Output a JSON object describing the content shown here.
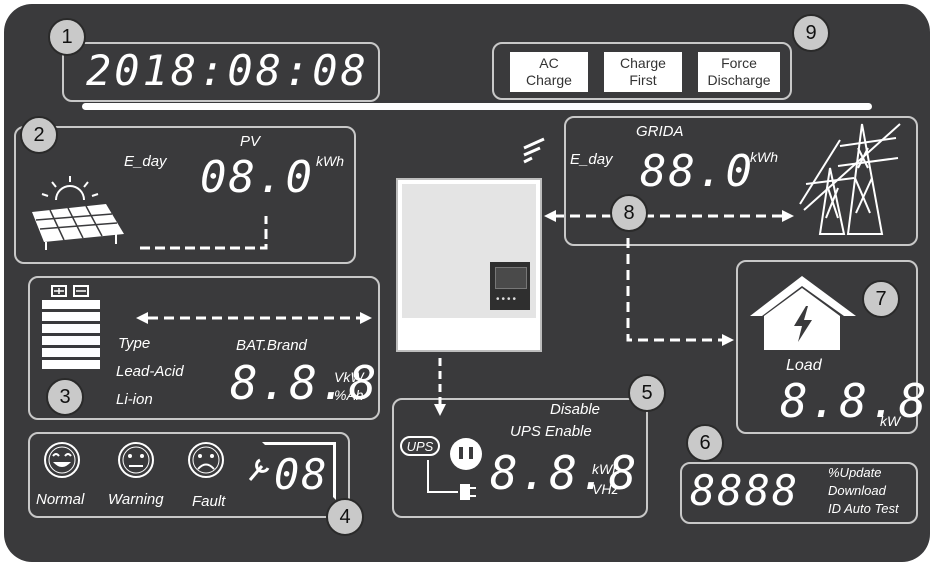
{
  "clock": {
    "badge": "1",
    "value": "2018:08:08"
  },
  "modes": {
    "badge": "9",
    "ac_charge": "AC\nCharge",
    "charge_first": "Charge\nFirst",
    "force_discharge": "Force\nDischarge"
  },
  "pv": {
    "badge": "2",
    "title": "PV",
    "e_day": "E_day",
    "value": "08.0",
    "unit": "kWh"
  },
  "grid": {
    "title": "GRIDA",
    "e_day": "E_day",
    "value": "88.0",
    "unit": "kWh"
  },
  "flow": {
    "badge": "8"
  },
  "load": {
    "badge": "7",
    "label": "Load",
    "value": "8.8.8",
    "unit": "kW"
  },
  "battery": {
    "badge": "3",
    "type_label": "Type",
    "lead_acid": "Lead-Acid",
    "li_ion": "Li-ion",
    "brand_label": "BAT.Brand",
    "value": "8.8.8",
    "unit_1": "VkW",
    "unit_2": "%Ah"
  },
  "status": {
    "badge": "4",
    "normal": "Normal",
    "warning": "Warning",
    "fault": "Fault",
    "code": "08"
  },
  "ups": {
    "badge": "5",
    "disable": "Disable",
    "enable_label": "UPS  Enable",
    "tag": "UPS",
    "value": "8.8.8",
    "unit_1": "kWh",
    "unit_2": "VHz"
  },
  "update": {
    "badge": "6",
    "value": "8888",
    "line_1": "%Update",
    "line_2": "Download",
    "line_3": "ID Auto Test"
  },
  "colors": {
    "panel": "#3a3a3c",
    "frame": "#c8c8c8",
    "text": "#ffffff",
    "badge": "#c9c9c9",
    "inverter": "#e6e6e6"
  }
}
